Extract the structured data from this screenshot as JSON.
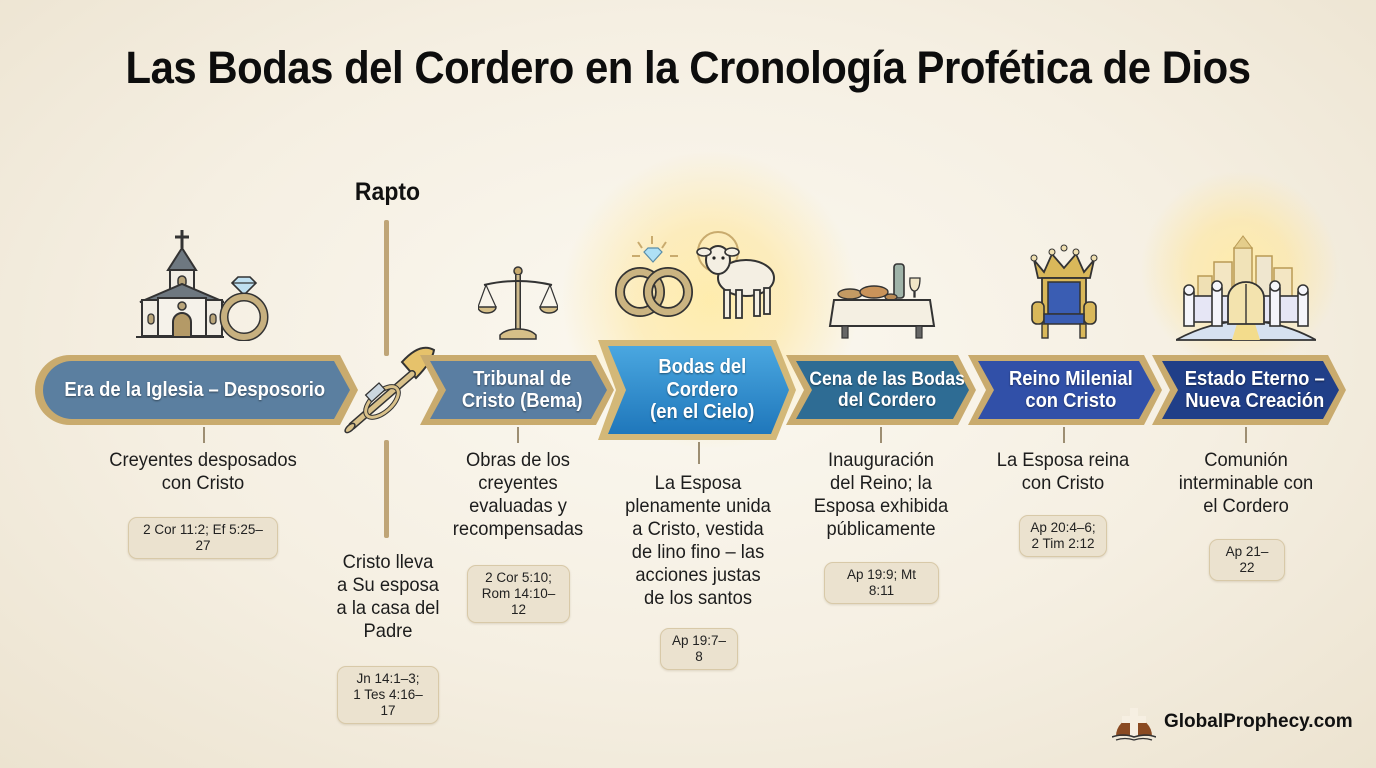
{
  "title": "Las Bodas del Cordero en la Cronología Profética de Dios",
  "rapto": {
    "label": "Rapto",
    "description": [
      "Cristo lleva",
      "a Su esposa",
      "a la casa del",
      "Padre"
    ],
    "reference": [
      "Jn 14:1–3;",
      "1 Tes 4:16–17"
    ],
    "icon": "trumpet-icon"
  },
  "stages": [
    {
      "label": [
        "Era de la Iglesia – Desposorio"
      ],
      "description": [
        "Creyentes desposados",
        "con Cristo"
      ],
      "reference": [
        "2 Cor 11:2; Ef 5:25–27"
      ],
      "icons": [
        "church-icon",
        "diamond-ring-icon"
      ],
      "color": "#5b7fa0"
    },
    {
      "label": [
        "Tribunal de",
        "Cristo (Bema)"
      ],
      "description": [
        "Obras de los",
        "creyentes",
        "evaluadas y",
        "recompensadas"
      ],
      "reference": [
        "2 Cor 5:10;",
        "Rom 14:10–12"
      ],
      "icons": [
        "scales-icon"
      ],
      "color": "#5a7ea2"
    },
    {
      "label": [
        "Bodas del",
        "Cordero",
        "(en el Cielo)"
      ],
      "description": [
        "La Esposa",
        "plenamente unida",
        "a Cristo, vestida",
        "de lino fino – las",
        "acciones justas",
        "de los santos"
      ],
      "reference": [
        "Ap 19:7–8"
      ],
      "icons": [
        "wedding-rings-icon",
        "lamb-icon"
      ],
      "color": "#2f8fcf"
    },
    {
      "label": [
        "Cena de las Bodas",
        "del Cordero"
      ],
      "description": [
        "Inauguración",
        "del Reino; la",
        "Esposa exhibida",
        "públicamente"
      ],
      "reference": [
        "Ap 19:9; Mt 8:11"
      ],
      "icons": [
        "banquet-table-icon"
      ],
      "color": "#2e6c94"
    },
    {
      "label": [
        "Reino Milenial",
        "con Cristo"
      ],
      "description": [
        "La Esposa reina",
        "con Cristo"
      ],
      "reference": [
        "Ap 20:4–6;",
        "2 Tim 2:12"
      ],
      "icons": [
        "crown-throne-icon"
      ],
      "color": "#3150a8"
    },
    {
      "label": [
        "Estado Eterno –",
        "Nueva Creación"
      ],
      "description": [
        "Comunión",
        "interminable con",
        "el Cordero"
      ],
      "reference": [
        "Ap 21–22"
      ],
      "icons": [
        "heavenly-city-icon"
      ],
      "color": "#203f88"
    }
  ],
  "colors": {
    "gold_border": "#c9ab6e",
    "background": "#f5efe2",
    "ref_badge": "#ebe2cf"
  },
  "brand": {
    "name": "GlobalProphecy.com",
    "icon": "cross-sunrise-logo-icon"
  }
}
